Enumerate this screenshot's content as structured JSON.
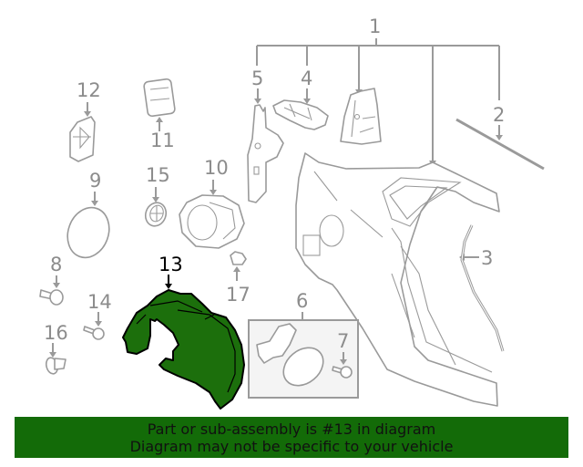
{
  "diagram": {
    "highlight_color": "#136b08",
    "line_color": "#9a9a9a",
    "callouts": [
      {
        "id": "1",
        "label": "1"
      },
      {
        "id": "2",
        "label": "2"
      },
      {
        "id": "3",
        "label": "3"
      },
      {
        "id": "4",
        "label": "4"
      },
      {
        "id": "5",
        "label": "5"
      },
      {
        "id": "6",
        "label": "6"
      },
      {
        "id": "7",
        "label": "7"
      },
      {
        "id": "8",
        "label": "8"
      },
      {
        "id": "9",
        "label": "9"
      },
      {
        "id": "10",
        "label": "10"
      },
      {
        "id": "11",
        "label": "11"
      },
      {
        "id": "12",
        "label": "12"
      },
      {
        "id": "13",
        "label": "13",
        "highlighted": true
      },
      {
        "id": "14",
        "label": "14"
      },
      {
        "id": "15",
        "label": "15"
      },
      {
        "id": "16",
        "label": "16"
      },
      {
        "id": "17",
        "label": "17"
      }
    ]
  },
  "banner": {
    "line1": "Part or sub-assembly is #13 in diagram",
    "line2": "Diagram may not be specific to your vehicle",
    "background": "#136b08"
  }
}
